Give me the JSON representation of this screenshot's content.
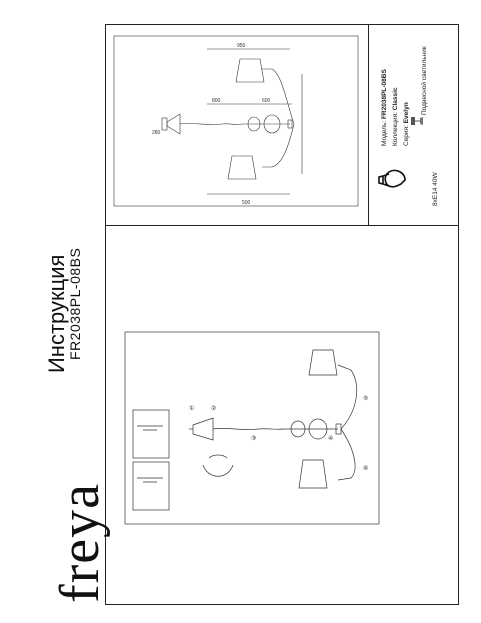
{
  "brand": {
    "logo_text": "freya"
  },
  "header": {
    "title": "Инструкция",
    "model_code": "FR2038PL-08BS"
  },
  "spec_panel": {
    "model_label": "Модель:",
    "model_value": "FR2038PL-08BS",
    "collection_label": "Коллекция:",
    "collection_value": "Classic",
    "series_label": "Серия:",
    "series_value": "Evelyn",
    "type_label": "Подвесной светильник",
    "bulb_label": "8xE14 40W"
  },
  "dimension_drawing": {
    "dims": [
      "950",
      "800",
      "600",
      "280",
      "500"
    ]
  },
  "assembly_drawing": {
    "part_markers": [
      "①",
      "②",
      "③",
      "④",
      "⑤",
      "⑥"
    ]
  }
}
